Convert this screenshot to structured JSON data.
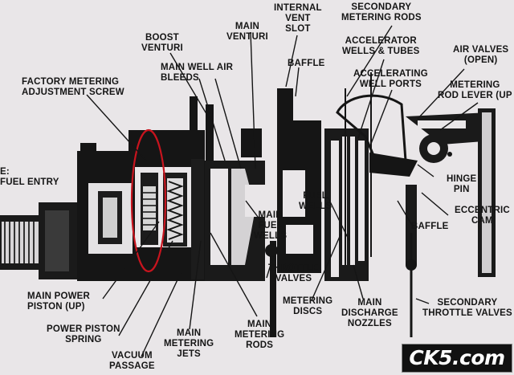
{
  "labels": {
    "boost_venturi": "BOOST\nVENTURI",
    "main_venturi": "MAIN\nVENTURI",
    "internal_vent_slot": "INTERNAL\nVENT\nSLOT",
    "secondary_metering_rods": "SECONDARY\nMETERING RODS",
    "accelerator_wells_tubes": "ACCELERATOR\nWELLS & TUBES",
    "air_valves_open": "AIR VALVES\n(OPEN)",
    "baffle_top": "BAFFLE",
    "accelerating_well_ports": "ACCELERATING\nWELL PORTS",
    "metering_rod_lever": "METERING\nROD LEVER (UP",
    "main_well_air_bleeds": "MAIN WELL AIR\nBLEEDS",
    "factory_metering_adjustment_screw": "FACTORY METERING\nADJUSTMENT SCREW",
    "fuel_entry": "E:\nFUEL ENTRY",
    "hinge_pin": "HINGE\nPIN",
    "fuel_wells": "FUEL\nWELLS",
    "eccentric_cam": "ECCENTRIC\nCAM",
    "main_fuel_wells": "MAIN\nFUEL\nWELLS",
    "baffle_right": "BAFFLE",
    "throttle_valves": "THROTTLE\nVALVES",
    "main_power_piston": "MAIN POWER\nPISTON (UP)",
    "metering_discs": "METERING\nDISCS",
    "main_discharge_nozzles": "MAIN\nDISCHARGE\nNOZZLES",
    "secondary_throttle_valves": "SECONDARY\nTHROTTLE VALVES",
    "power_piston_spring": "POWER PISTON\nSPRING",
    "main_metering_jets": "MAIN\nMETERING\nJETS",
    "main_metering_rods": "MAIN\nMETERING\nRODS",
    "vacuum_passage": "VACUUM\nPASSAGE"
  },
  "watermark": "CK5.com",
  "colors": {
    "background": "#e9e6e8",
    "ink": "#151515",
    "highlight_ellipse": "#c8141e"
  }
}
